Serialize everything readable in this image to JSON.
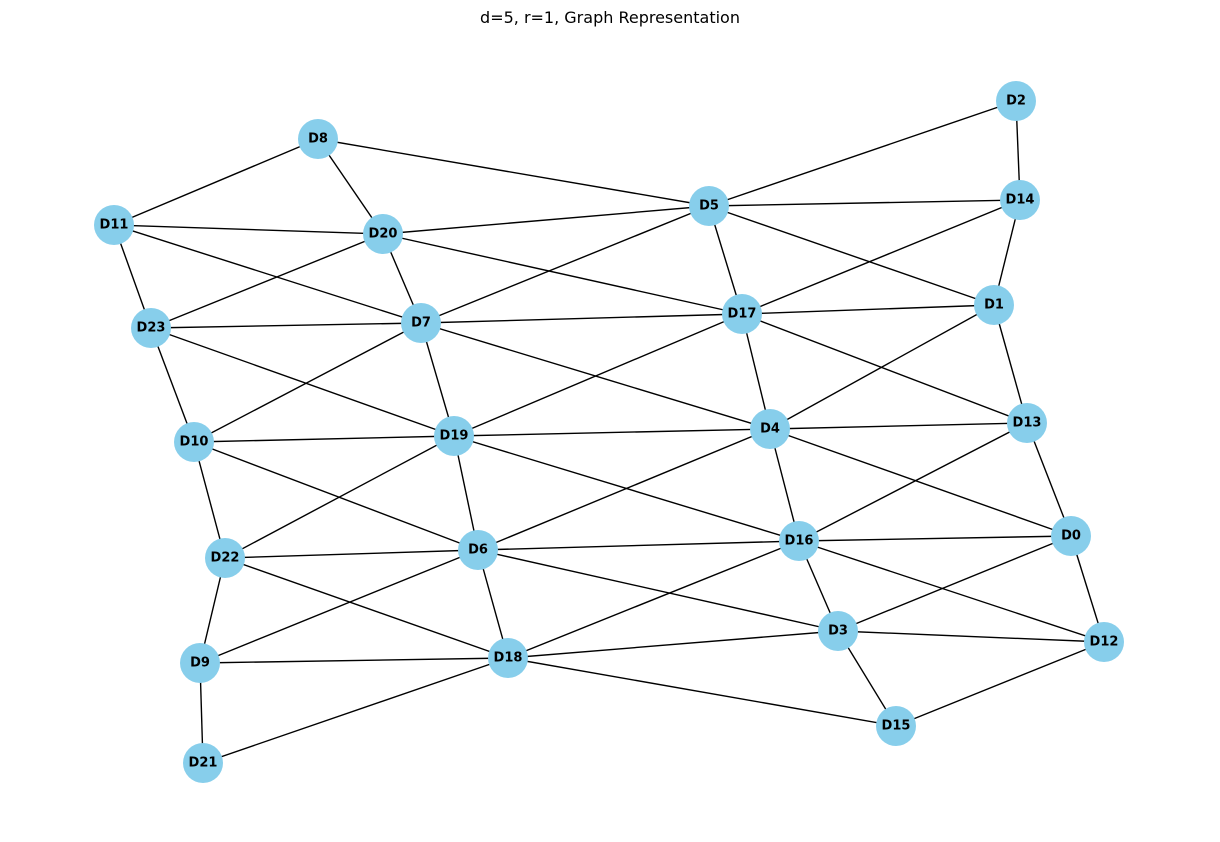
{
  "title": "d=5, r=1, Graph Representation",
  "colors": {
    "node_fill": "#87ceeb",
    "edge": "#000000",
    "label": "#000000"
  },
  "nodes": [
    "D0",
    "D1",
    "D2",
    "D3",
    "D4",
    "D5",
    "D6",
    "D7",
    "D8",
    "D9",
    "D10",
    "D11",
    "D12",
    "D13",
    "D14",
    "D15",
    "D16",
    "D17",
    "D18",
    "D19",
    "D20",
    "D21",
    "D22",
    "D23"
  ],
  "edges": [
    [
      "D2",
      "D14"
    ],
    [
      "D2",
      "D5"
    ],
    [
      "D8",
      "D5"
    ],
    [
      "D8",
      "D11"
    ],
    [
      "D8",
      "D20"
    ],
    [
      "D11",
      "D20"
    ],
    [
      "D11",
      "D7"
    ],
    [
      "D11",
      "D23"
    ],
    [
      "D20",
      "D5"
    ],
    [
      "D20",
      "D23"
    ],
    [
      "D20",
      "D7"
    ],
    [
      "D20",
      "D17"
    ],
    [
      "D5",
      "D14"
    ],
    [
      "D5",
      "D7"
    ],
    [
      "D5",
      "D17"
    ],
    [
      "D5",
      "D1"
    ],
    [
      "D14",
      "D17"
    ],
    [
      "D14",
      "D1"
    ],
    [
      "D23",
      "D7"
    ],
    [
      "D23",
      "D10"
    ],
    [
      "D23",
      "D19"
    ],
    [
      "D7",
      "D17"
    ],
    [
      "D7",
      "D10"
    ],
    [
      "D7",
      "D19"
    ],
    [
      "D7",
      "D4"
    ],
    [
      "D17",
      "D1"
    ],
    [
      "D17",
      "D19"
    ],
    [
      "D17",
      "D4"
    ],
    [
      "D17",
      "D13"
    ],
    [
      "D1",
      "D4"
    ],
    [
      "D1",
      "D13"
    ],
    [
      "D10",
      "D19"
    ],
    [
      "D10",
      "D22"
    ],
    [
      "D10",
      "D6"
    ],
    [
      "D19",
      "D4"
    ],
    [
      "D19",
      "D22"
    ],
    [
      "D19",
      "D6"
    ],
    [
      "D19",
      "D16"
    ],
    [
      "D4",
      "D13"
    ],
    [
      "D4",
      "D6"
    ],
    [
      "D4",
      "D16"
    ],
    [
      "D4",
      "D0"
    ],
    [
      "D13",
      "D16"
    ],
    [
      "D13",
      "D0"
    ],
    [
      "D22",
      "D6"
    ],
    [
      "D22",
      "D9"
    ],
    [
      "D22",
      "D18"
    ],
    [
      "D6",
      "D16"
    ],
    [
      "D6",
      "D9"
    ],
    [
      "D6",
      "D18"
    ],
    [
      "D6",
      "D3"
    ],
    [
      "D16",
      "D0"
    ],
    [
      "D16",
      "D18"
    ],
    [
      "D16",
      "D3"
    ],
    [
      "D16",
      "D12"
    ],
    [
      "D0",
      "D3"
    ],
    [
      "D0",
      "D12"
    ],
    [
      "D9",
      "D18"
    ],
    [
      "D9",
      "D21"
    ],
    [
      "D18",
      "D3"
    ],
    [
      "D18",
      "D21"
    ],
    [
      "D18",
      "D15"
    ],
    [
      "D3",
      "D12"
    ],
    [
      "D3",
      "D15"
    ],
    [
      "D12",
      "D15"
    ]
  ]
}
